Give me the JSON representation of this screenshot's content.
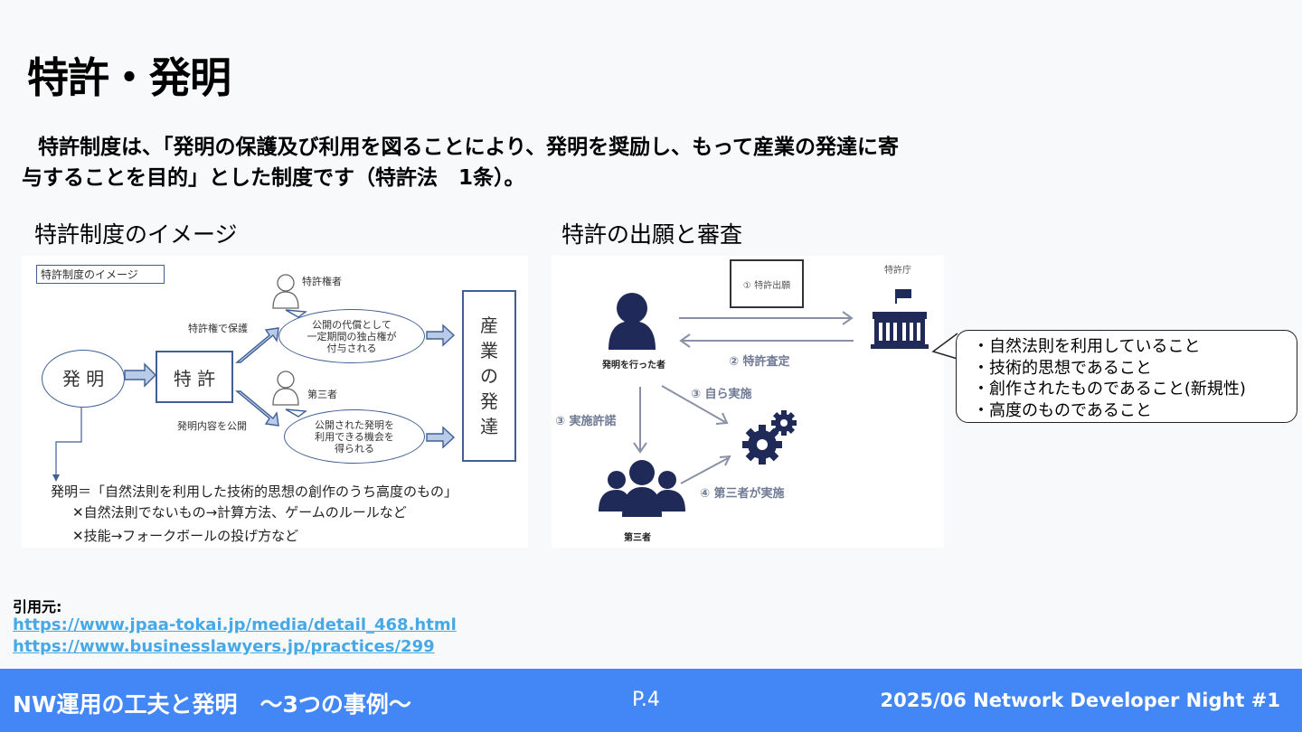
{
  "title": "特許・発明",
  "intro": {
    "line1": "特許制度は、「発明の保護及び利用を図ることにより、発明を奨励し、もって産業の発達に寄",
    "line2": "与することを目的」とした制度です（特許法　1条）。"
  },
  "left_section": {
    "heading": "特許制度のイメージ",
    "tag": "特許制度のイメージ",
    "invention": "発 明",
    "patent": "特 許",
    "protect_label": "特許権で保護",
    "publish_label": "発明内容を公開",
    "holder_label": "特許権者",
    "third_party_label": "第三者",
    "bubble_top": [
      "公開の代償として",
      "一定期間の独占権が",
      "付与される"
    ],
    "bubble_bottom": [
      "公開された発明を",
      "利用できる機会を",
      "得られる"
    ],
    "industry": [
      "産",
      "業",
      "の",
      "発",
      "達"
    ],
    "definition": "発明＝「自然法則を利用した技術的思想の創作のうち高度のもの」",
    "exclusion1": "✕自然法則でないもの→計算方法、ゲームのルールなど",
    "exclusion2": "✕技能→フォークボールの投げ方など"
  },
  "right_section": {
    "heading": "特許の出願と審査",
    "application": "① 特許出願",
    "office": "特許庁",
    "inventor": "発明を行った者",
    "examination": "② 特許査定",
    "self_practice": "③ 自ら実施",
    "license": "③ 実施許諾",
    "third_party_practice": "④ 第三者が実施",
    "third_party": "第三者"
  },
  "callout": [
    "・自然法則を利用していること",
    "・技術的思想であること",
    "・創作されたものであること(新規性)",
    "・高度のものであること"
  ],
  "citation": {
    "label": "引用元:",
    "links": [
      "https://www.jpaa-tokai.jp/media/detail_468.html",
      "https://www.businesslawyers.jp/practices/299"
    ]
  },
  "footer": {
    "left": "NW運用の工夫と発明　～3つの事例～",
    "page": "P.4",
    "right": "2025/06 Network Developer Night #1"
  },
  "colors": {
    "footer_bg": "#4287f5",
    "link": "#47a8e6",
    "diagram_navy": "#3f5f95",
    "icon_navy": "#1f2a58"
  }
}
